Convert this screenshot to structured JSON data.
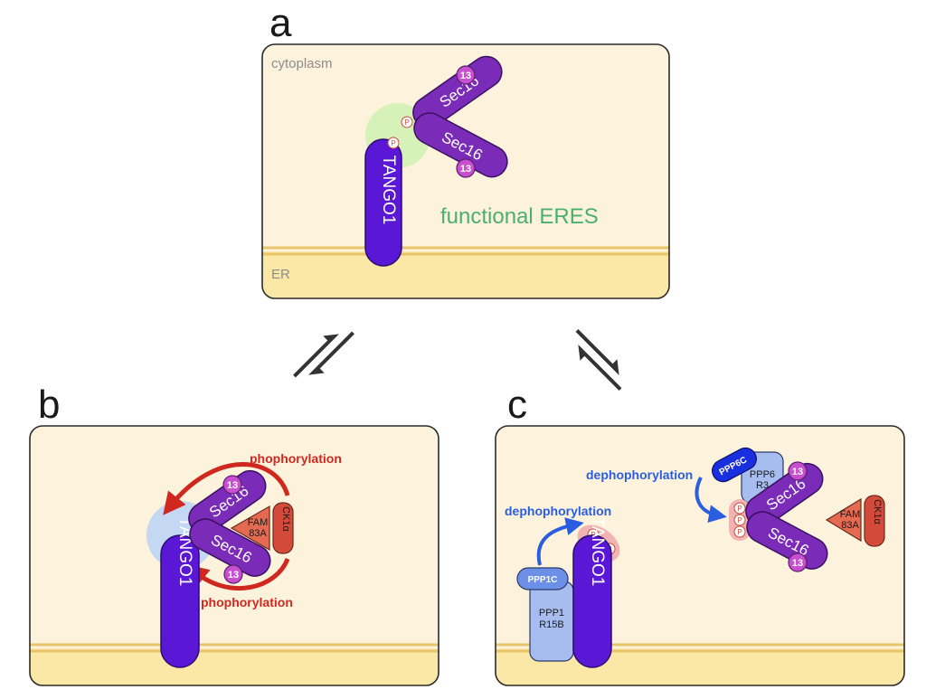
{
  "panels": {
    "a": {
      "letter": "a",
      "region_top": "cytoplasm",
      "region_bottom": "ER",
      "status": "functional ERES"
    },
    "b": {
      "letter": "b",
      "process_top": "phophorylation",
      "process_bottom": "phophorylation"
    },
    "c": {
      "letter": "c",
      "process_left": "dephophorylation",
      "process_right": "dephophorylation"
    }
  },
  "proteins": {
    "tango": "TANGO1",
    "sec16": "Sec16",
    "sec13": "13",
    "phospho": "P",
    "fam83a_line1": "FAM",
    "fam83a_line2": "83A",
    "ck1a_line1": "CK1",
    "ck1a_line2": "α",
    "ppp1c": "PPP1C",
    "ppp1r15b_line1": "PPP1",
    "ppp1r15b_line2": "R15B",
    "ppp6c": "PPP6C",
    "ppp6r3_line1": "PPP6",
    "ppp6r3_line2": "R3"
  },
  "colors": {
    "panel_bg": "#fdf3dd",
    "er_bg": "#fbe8a6",
    "membrane": "#e8c56a",
    "tango": "#5a17d6",
    "sec16": "#7a2cb8",
    "sec13": "#c94fd1",
    "functional_green": "#4caf6e",
    "phos_red": "#d0281e",
    "dephos_blue": "#2a5de0"
  }
}
